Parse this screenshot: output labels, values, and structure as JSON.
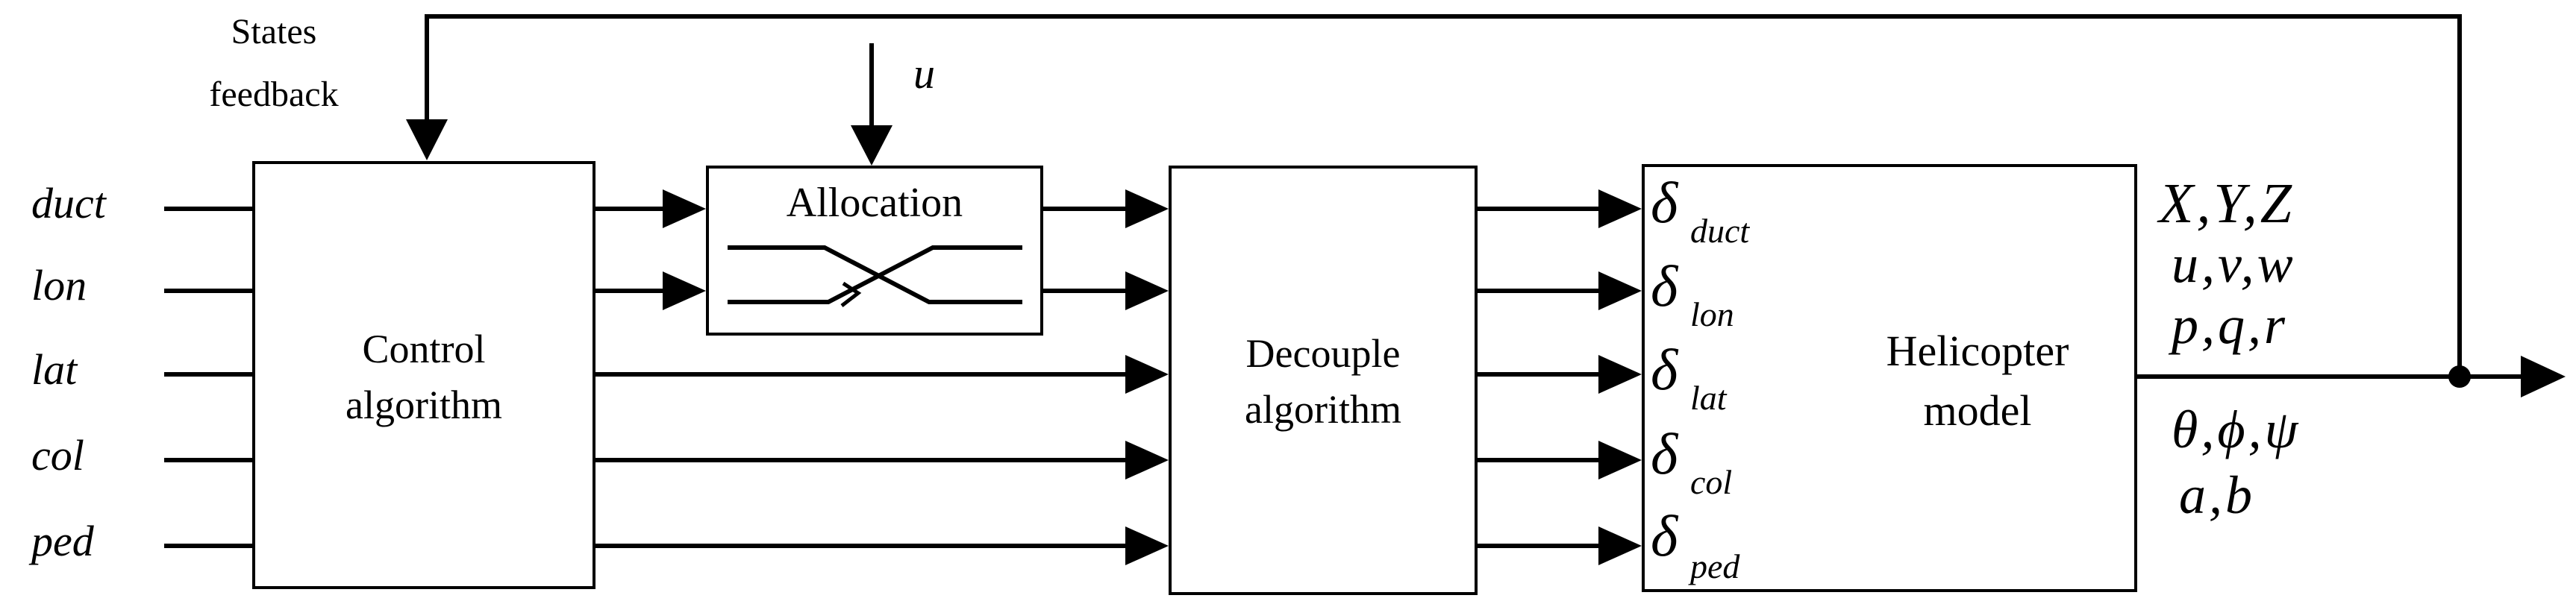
{
  "feedback": {
    "line1": "States",
    "line2": "feedback"
  },
  "inputs": [
    "duct",
    "lon",
    "lat",
    "col",
    "ped"
  ],
  "allocation_input": "u",
  "blocks": {
    "control": {
      "line1": "Control",
      "line2": "algorithm"
    },
    "allocation": {
      "label": "Allocation"
    },
    "decouple": {
      "line1": "Decouple",
      "line2": "algorithm"
    },
    "helicopter": {
      "line1": "Helicopter",
      "line2": "model"
    }
  },
  "deltas": {
    "symbol": "δ",
    "subs": [
      "duct",
      "lon",
      "lat",
      "col",
      "ped"
    ]
  },
  "outputs": [
    "X,Y,Z",
    "u,v,w",
    "p,q,r",
    "θ,ϕ,ψ",
    "a,b"
  ]
}
